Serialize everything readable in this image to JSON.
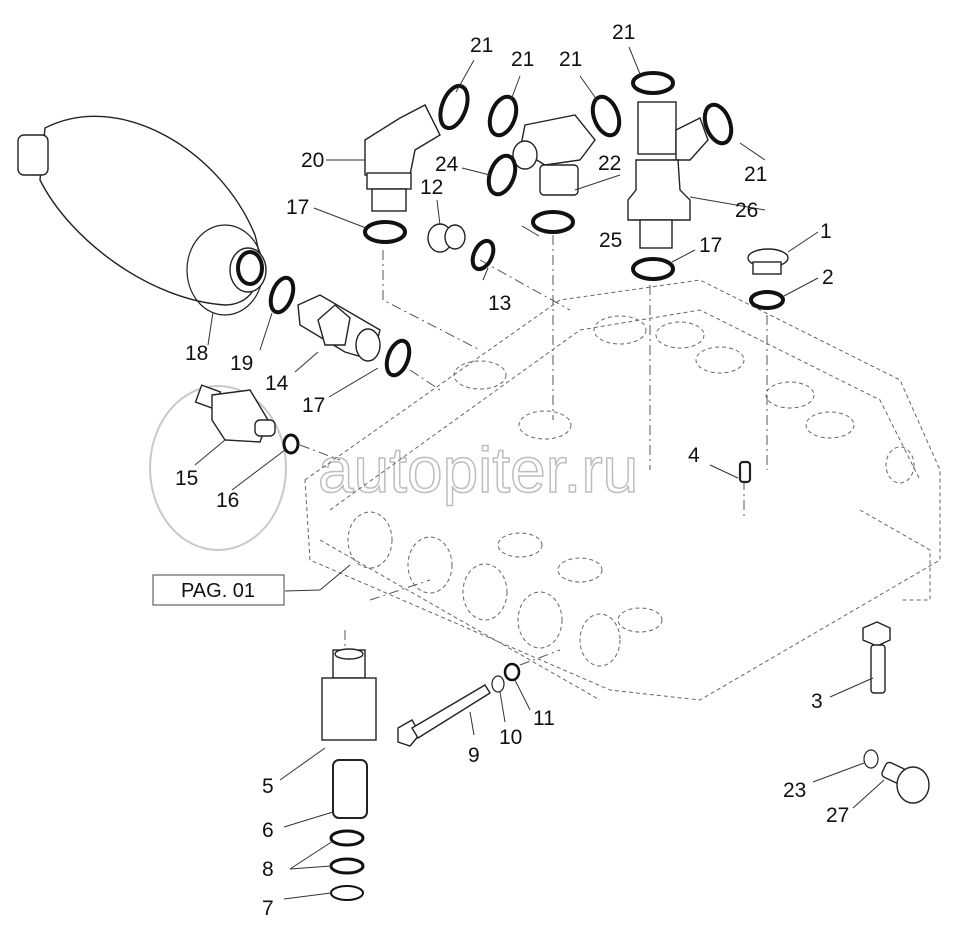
{
  "diagram": {
    "title": "Hydraulic control valve block – exploded parts view",
    "reference_box": "PAG. 01",
    "watermark": "autopiter.ru",
    "callouts": {
      "c1": "1",
      "c2": "2",
      "c3": "3",
      "c4": "4",
      "c5": "5",
      "c6": "6",
      "c7": "7",
      "c8": "8",
      "c9": "9",
      "c10": "10",
      "c11": "11",
      "c12": "12",
      "c13": "13",
      "c14": "14",
      "c15": "15",
      "c16": "16",
      "c17a": "17",
      "c17b": "17",
      "c17c": "17",
      "c18": "18",
      "c19": "19",
      "c20": "20",
      "c21a": "21",
      "c21b": "21",
      "c21c": "21",
      "c21d": "21",
      "c21e": "21",
      "c22": "22",
      "c23": "23",
      "c24": "24",
      "c25": "25",
      "c26": "26",
      "c27": "27"
    }
  }
}
